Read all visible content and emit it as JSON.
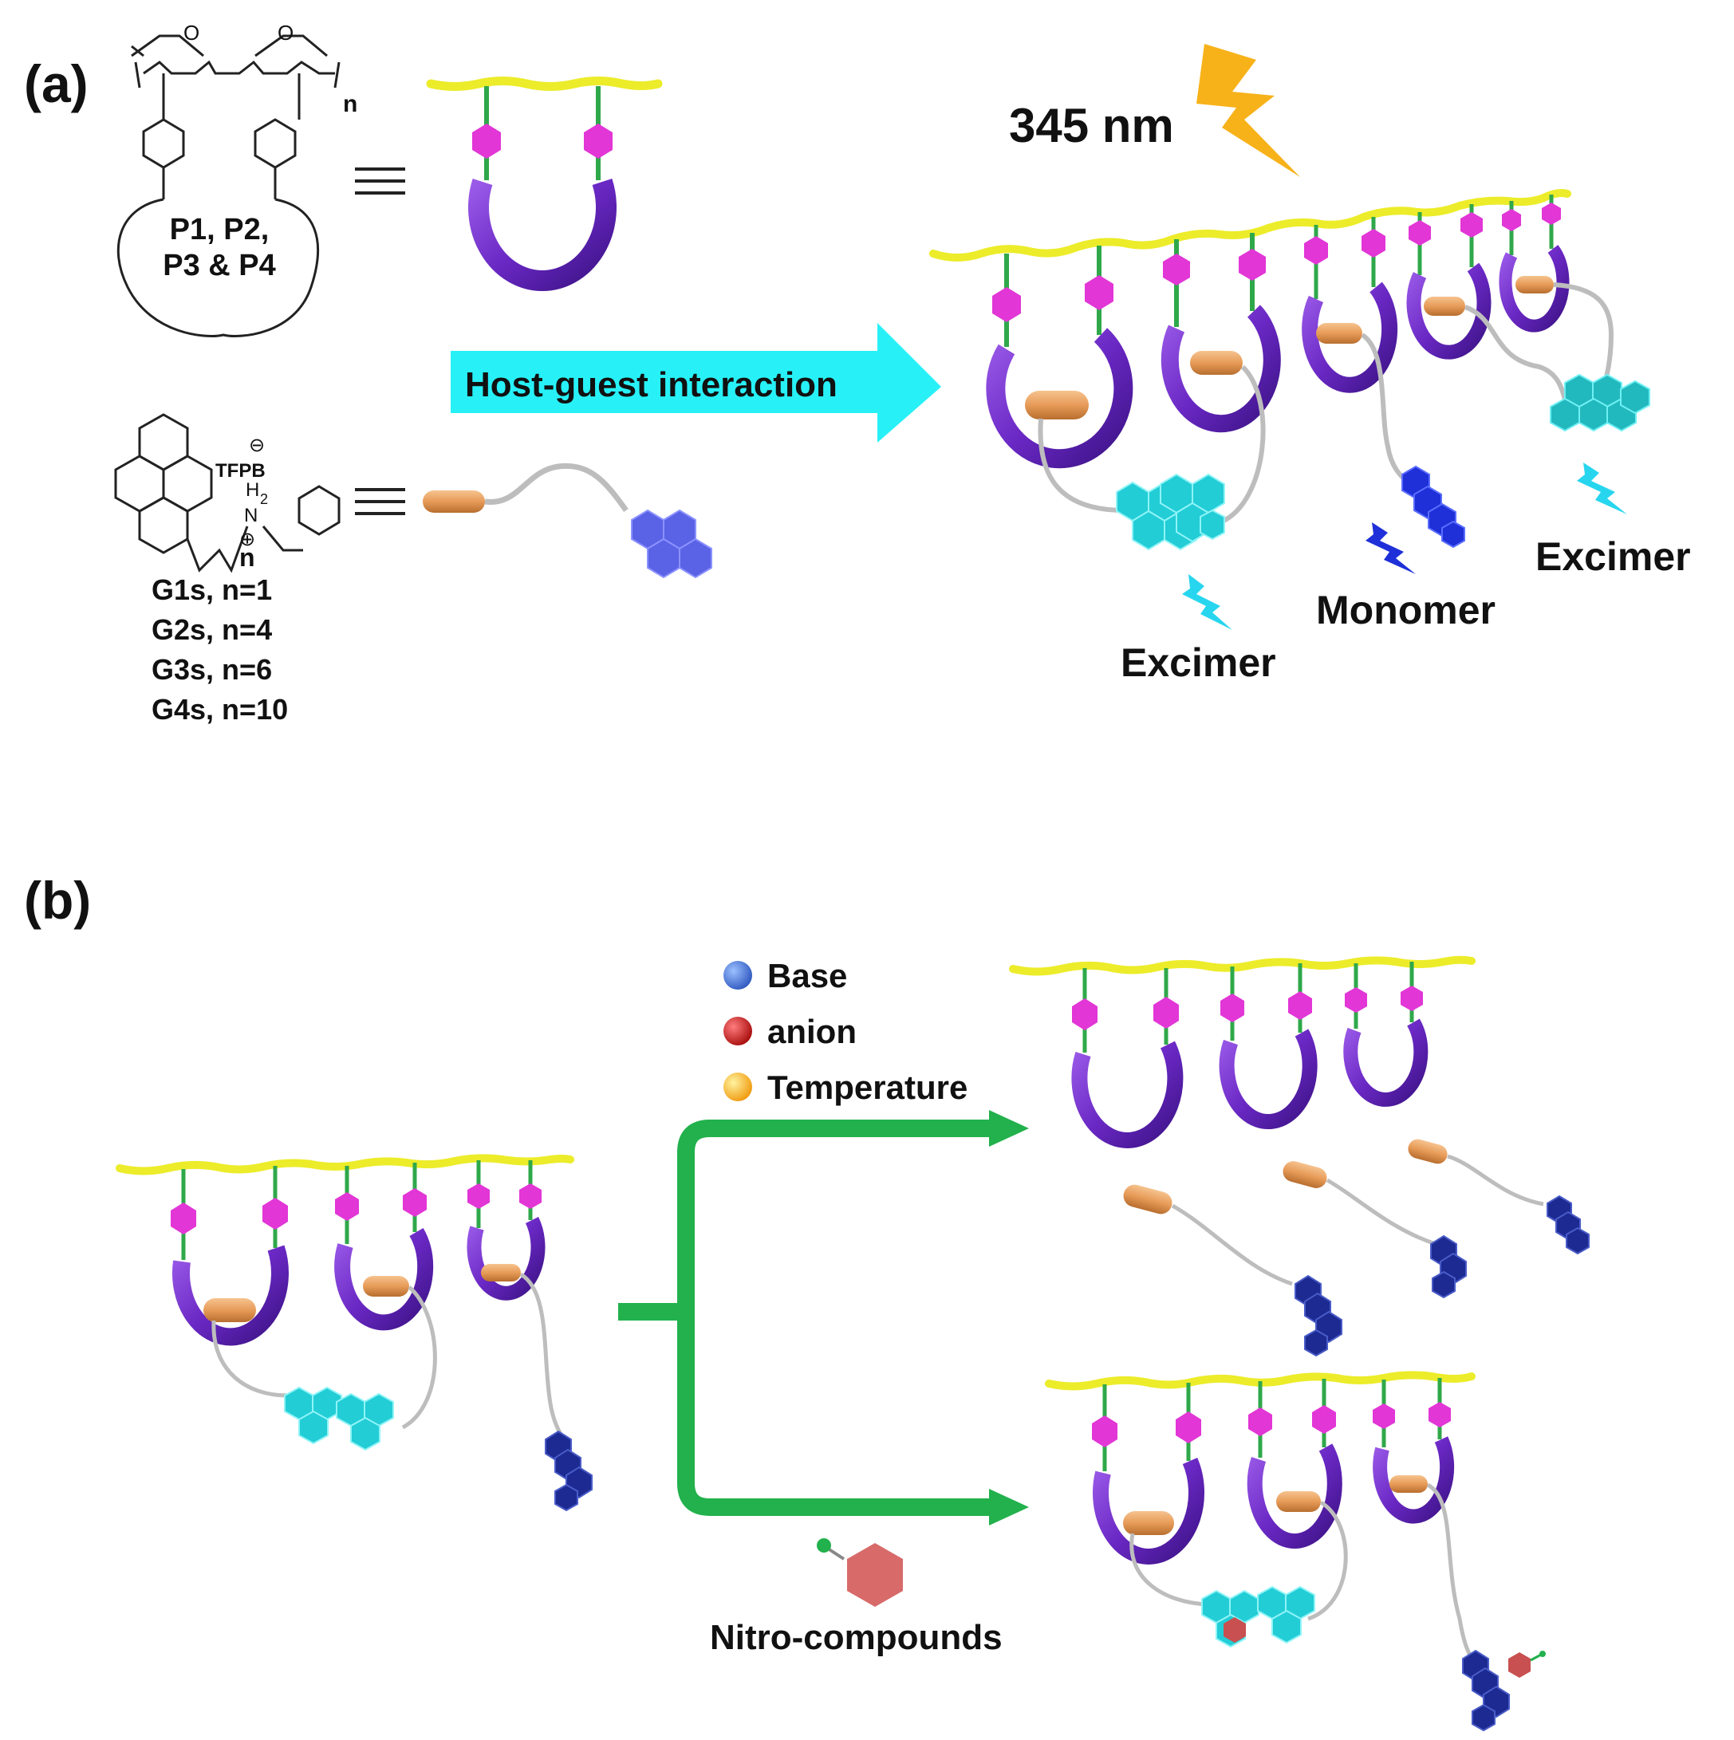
{
  "panel_a": {
    "label": "(a)",
    "polymer_names": [
      "P1, P2,",
      "P3 & P4"
    ],
    "polymer_n": "n",
    "guest_counterion": "TFPB",
    "guest_charge_top": "⊖",
    "guest_nh2": "H",
    "guest_nh2_sub": "2",
    "guest_n_atom": "N",
    "guest_charge_n": "⊕",
    "guest_n": "n",
    "guest_series": [
      "G1s, n=1",
      "G2s, n=4",
      "G3s, n=6",
      "G4s, n=10"
    ],
    "arrow_label": "Host-guest interaction",
    "wavelength": "345 nm",
    "emissions": [
      "Excimer",
      "Monomer",
      "Excimer"
    ]
  },
  "panel_b": {
    "label": "(b)",
    "stimuli": [
      {
        "label": "Base",
        "color": "#3f6fd1"
      },
      {
        "label": "anion",
        "color": "#c81818"
      },
      {
        "label": "Temperature",
        "color": "#f2b21c"
      }
    ],
    "quencher": "Nitro-compounds"
  },
  "colors": {
    "backbone": "#ecec2a",
    "linker": "#2fa84a",
    "pillar": "#e236d6",
    "ring": "#6a28c4",
    "guest_head": "#e79b58",
    "tether": "#bdbdbd",
    "excimer": "#22cdd6",
    "monomer_a": "#1f30d8",
    "monomer_b": "#1c2a92",
    "pyrene_free": "#5a62e6",
    "arrow_cyan": "#27f1f7",
    "arrow_green": "#22b14c",
    "lightning_yellow": "#f7b21a",
    "nitro": "#d86a6a"
  }
}
